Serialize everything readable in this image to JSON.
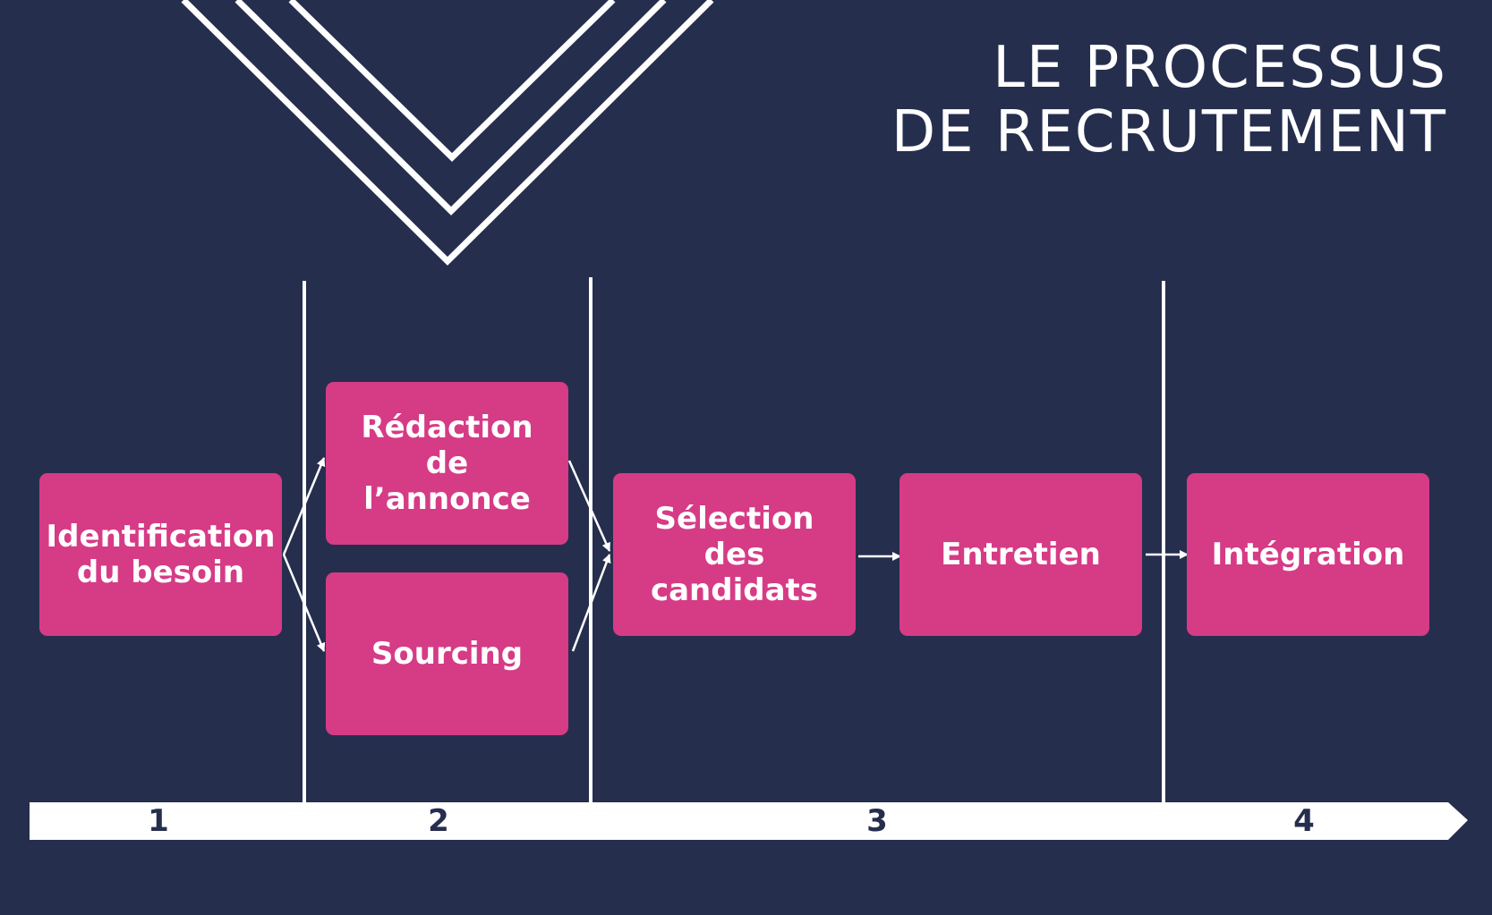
{
  "title": {
    "line1": "LE PROCESSUS",
    "line2": "DE RECRUTEMENT"
  },
  "steps": [
    {
      "label": "Identification\ndu besoin",
      "phase": "1"
    },
    {
      "label": "Rédaction\nde\nl’annonce",
      "phase": "2"
    },
    {
      "label": "Sourcing",
      "phase": "2"
    },
    {
      "label": "Sélection\ndes candidats",
      "phase": "3"
    },
    {
      "label": "Entretien",
      "phase": "3"
    },
    {
      "label": "Intégration",
      "phase": "4"
    }
  ],
  "timeline": {
    "phases": [
      "1",
      "2",
      "3",
      "4"
    ]
  },
  "colors": {
    "background": "#262e4e",
    "box": "#d63b86",
    "line": "#ffffff",
    "timeline_text": "#262e4e"
  }
}
